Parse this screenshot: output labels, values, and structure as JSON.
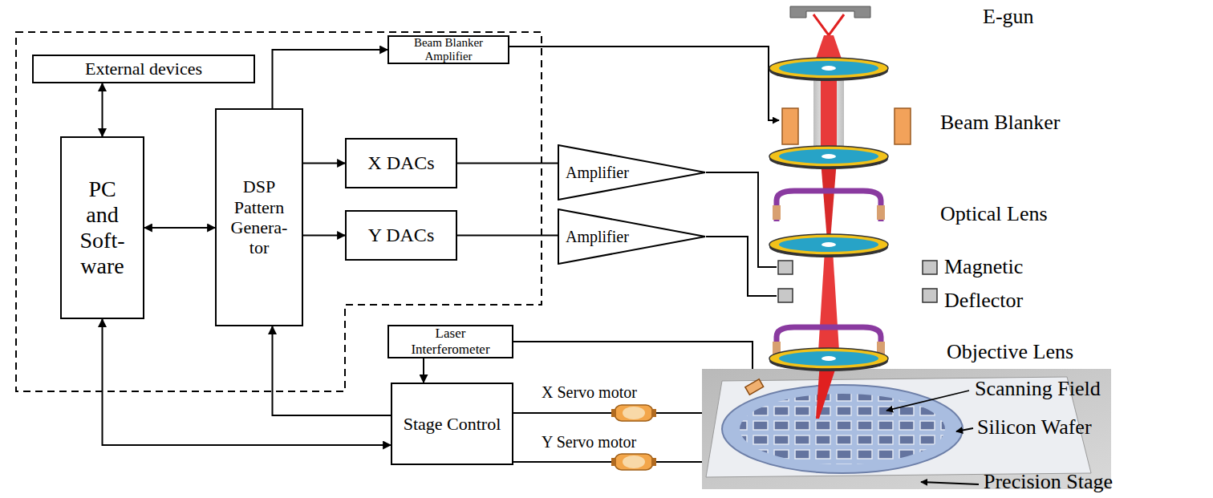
{
  "diagram": {
    "nodes": [
      {
        "text": [
          "External devices"
        ]
      },
      {
        "text": [
          "PC and Soft- ware"
        ]
      },
      {
        "text": [
          "DSP Pattern Genera- tor"
        ]
      },
      {
        "text": [
          "X DACs"
        ]
      },
      {
        "text": [
          "Y DACs"
        ]
      },
      {
        "text": [
          "Beam Blanker Amplifier"
        ]
      },
      {
        "text": [
          "Amplifier"
        ]
      },
      {
        "text": [
          "Amplifier"
        ]
      },
      {
        "text": [
          "Laser Interferometer"
        ]
      },
      {
        "text": [
          "Stage Control"
        ]
      }
    ],
    "edges": [
      {
        "from": 0,
        "to": 1,
        "arrow": "both"
      },
      {
        "from": 1,
        "to": 2,
        "arrow": "both"
      },
      {
        "from": 2,
        "to": 3,
        "arrow": "to"
      },
      {
        "from": 2,
        "to": 4,
        "arrow": "to"
      },
      {
        "from": 2,
        "to": 5,
        "arrow": "to"
      },
      {
        "from": 3,
        "to": 6,
        "arrow": "none"
      },
      {
        "from": 4,
        "to": 7,
        "arrow": "none"
      },
      {
        "from": 8,
        "to": 9,
        "arrow": "to"
      },
      {
        "from": 9,
        "to": 2,
        "arrow": "to"
      },
      {
        "from": 1,
        "to": 9,
        "arrow": "both"
      }
    ],
    "labels": [
      "E-gun",
      "Beam Blanker",
      "Optical Lens",
      "Magnetic Deflector",
      "Objective Lens",
      "Scanning Field",
      "Silicon Wafer",
      "Precision Stage",
      "X Servo motor",
      "Y Servo motor"
    ]
  }
}
